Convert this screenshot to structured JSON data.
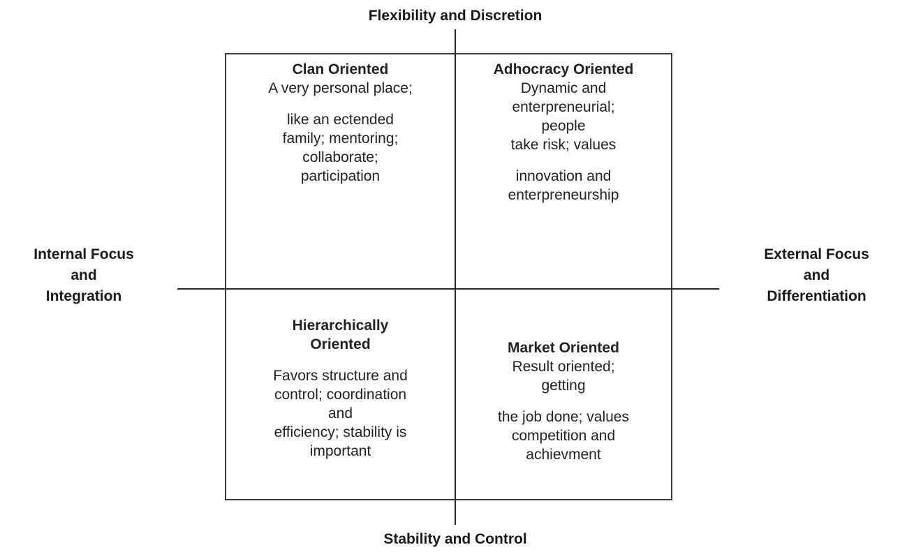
{
  "axes": {
    "top": "Flexibility and Discretion",
    "bottom": "Stability and Control",
    "left": [
      "Internal Focus",
      "and",
      "Integration"
    ],
    "right": [
      "External Focus",
      "and",
      "Differentiation"
    ]
  },
  "quadrants": {
    "top_left": {
      "title": "Clan Oriented",
      "lines": [
        "A very personal place;",
        "",
        "like an ectended",
        "family; mentoring;",
        "collaborate;",
        "participation"
      ]
    },
    "top_right": {
      "title": "Adhocracy Oriented",
      "lines": [
        "Dynamic and",
        "enterpreneurial;",
        "people",
        "take risk; values",
        "",
        "innovation and",
        "enterpreneurship"
      ]
    },
    "bottom_left": {
      "title_lines": [
        "Hierarchically",
        "Oriented"
      ],
      "lines": [
        "Favors structure and",
        "control; coordination",
        "and",
        "efficiency; stability is",
        "important"
      ]
    },
    "bottom_right": {
      "title": "Market Oriented",
      "lines": [
        "Result oriented;",
        "getting",
        "",
        "the job done; values",
        "competition and",
        "achievment"
      ]
    }
  },
  "colors": {
    "line": "#2a2a2a",
    "text": "#1a1a1a",
    "background": "#ffffff"
  }
}
